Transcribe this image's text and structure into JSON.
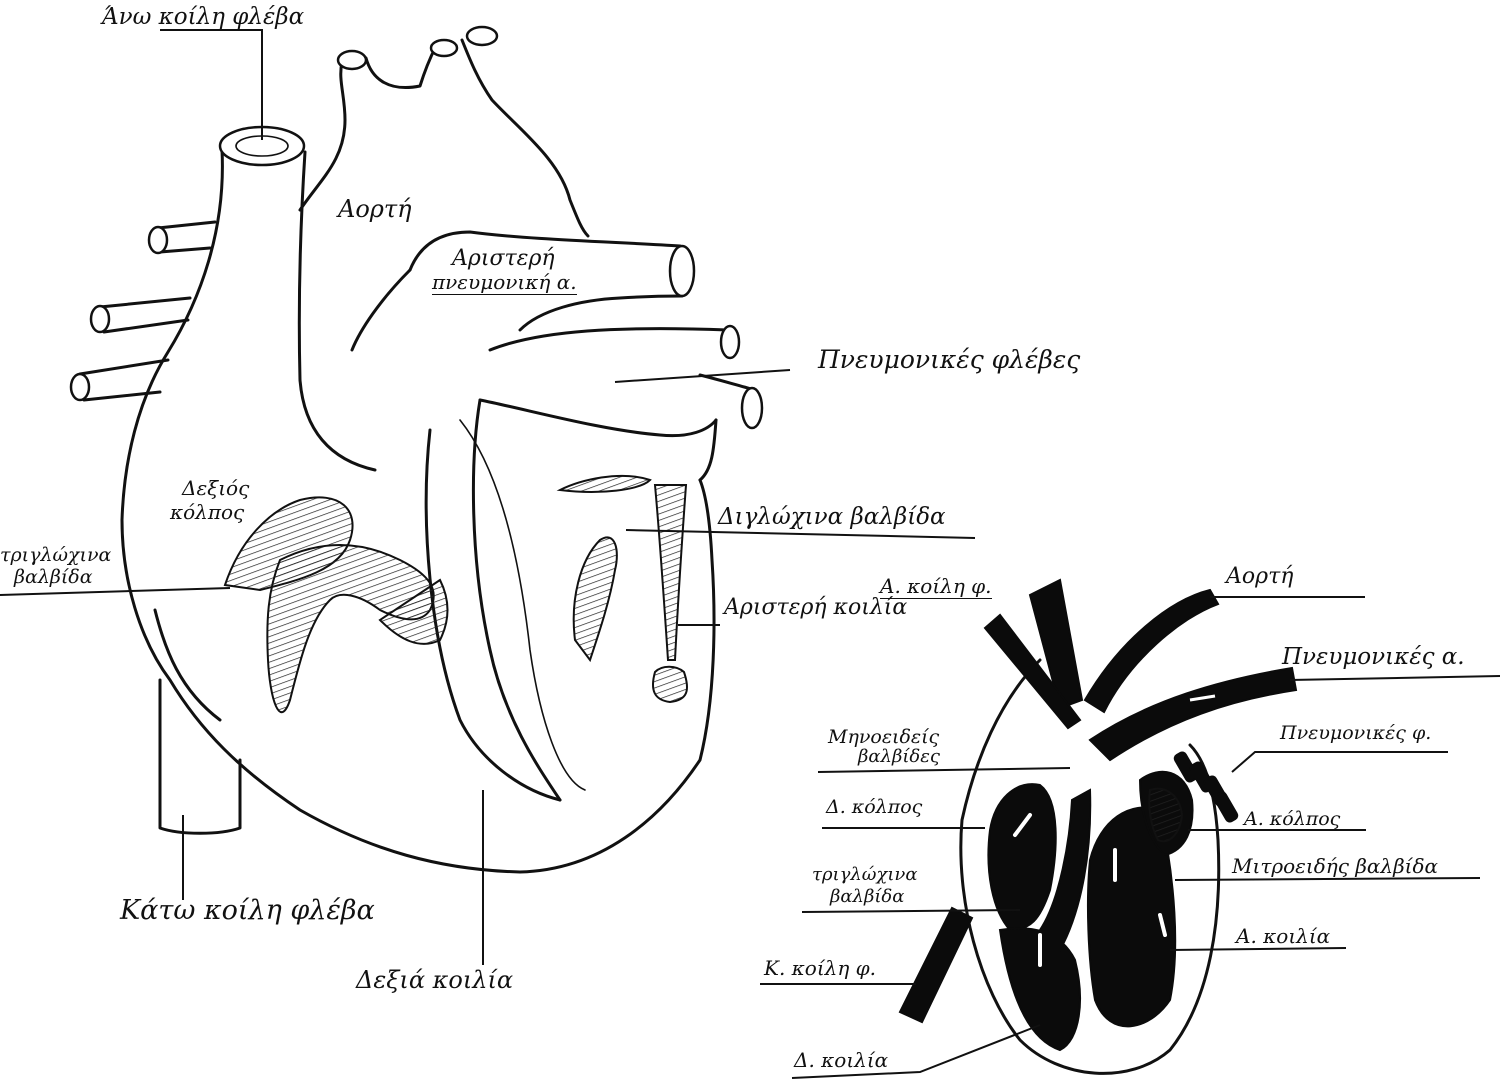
{
  "labels": {
    "ano_koili": "Άνω κοίλη φλέβα",
    "aorti_main": "Αορτή",
    "aristeri_pneumoniki_1": "Αριστερή",
    "aristeri_pneumoniki_2": "πνευμονική α.",
    "pneumonikes_fleves_main": "Πνευμονικές φλέβες",
    "dexios_kolpos_1": "Δεξιός",
    "dexios_kolpos_2": "κόλπος",
    "triglochina_main_1": "τριγλώχινα",
    "triglochina_main_2": "βαλβίδα",
    "diglochina": "Διγλώχινα βαλβίδα",
    "aristeri_koilia": "Αριστερή κοιλία",
    "kato_koili": "Κάτω κοίλη φλέβα",
    "dexia_koilia": "Δεξιά κοιλία",
    "a_koili_f": "Α. κοίλη φ.",
    "aorti_small": "Αορτή",
    "pneumonikes_a": "Πνευμονικές α.",
    "minoeideis_1": "Μηνοειδείς",
    "minoeideis_2": "βαλβίδες",
    "pneumonikes_f_small": "Πνευμονικές φ.",
    "d_kolpos": "Δ. κόλπος",
    "a_kolpos": "Α. κόλπος",
    "mitroeidis": "Μιτροειδής βαλβίδα",
    "triglochina_small_1": "τριγλώχινα",
    "triglochina_small_2": "βαλβίδα",
    "a_koilia": "Α. κοιλία",
    "k_koili_f": "Κ. κοίλη φ.",
    "d_koilia": "Δ. κοιλία"
  }
}
